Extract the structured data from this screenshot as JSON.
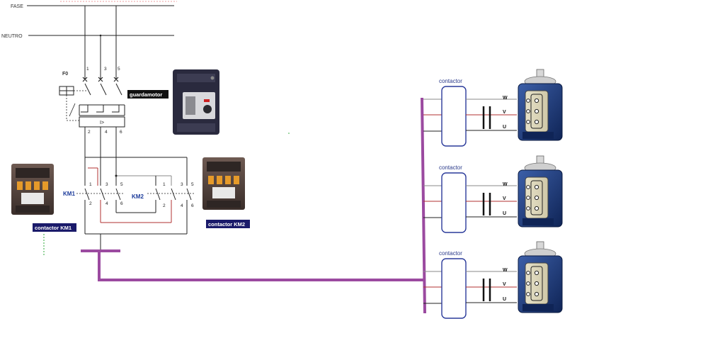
{
  "lines": {
    "fase": "FASE",
    "neutro": "NEUTRO"
  },
  "breaker": {
    "tag": "F0",
    "top_terminals": [
      "1",
      "3",
      "5"
    ],
    "bottom_terminals": [
      "2",
      "4",
      "6"
    ],
    "trip_symbol": "I>",
    "caption": "guardamotor"
  },
  "km1": {
    "tag": "KM1",
    "top_terminals": [
      "1",
      "3",
      "5"
    ],
    "bottom_terminals": [
      "2",
      "4",
      "6"
    ],
    "caption": "contactor KM1"
  },
  "km2": {
    "tag": "KM2",
    "top_terminals": [
      "1",
      "3",
      "5"
    ],
    "bottom_terminals": [
      "2",
      "4",
      "6"
    ],
    "caption": "contactor KM2"
  },
  "motor_units": [
    {
      "contactor_label": "contactor",
      "phases": [
        "W",
        "V",
        "U"
      ]
    },
    {
      "contactor_label": "contactor",
      "phases": [
        "W",
        "V",
        "U"
      ]
    },
    {
      "contactor_label": "contactor",
      "phases": [
        "W",
        "V",
        "U"
      ]
    }
  ],
  "colors": {
    "bus": "#9b4aa0",
    "wire_red": "#b03030",
    "caption_bg": "#1a1a6a",
    "contactor_box": "#2a3a9a",
    "gray_wire": "#8a8a8a"
  }
}
